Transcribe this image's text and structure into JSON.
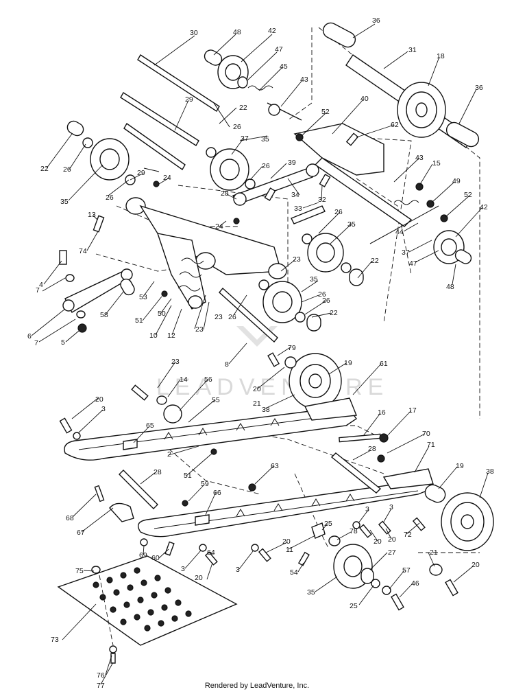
{
  "watermark": "LEADVENTURE",
  "footer": "Rendered by LeadVenture, Inc.",
  "callouts": {
    "c36a": "36",
    "c30": "30",
    "c48a": "48",
    "c42a": "42",
    "c47a": "47",
    "c31": "31",
    "c18": "18",
    "c45": "45",
    "c36b": "36",
    "c43a": "43",
    "c40": "40",
    "c29a": "29",
    "c22a": "22",
    "c52a": "52",
    "c62": "62",
    "c26a": "26",
    "c37a": "37",
    "c35a": "35",
    "c22b": "22",
    "c26b": "26",
    "c29b": "29",
    "c39": "39",
    "c43b": "43",
    "c15": "15",
    "c26c": "26",
    "c24a": "24",
    "c28a": "28",
    "c34": "34",
    "c49": "49",
    "c35b": "35",
    "c13": "13",
    "c33": "33",
    "c32": "32",
    "c52b": "52",
    "c42b": "42",
    "c24b": "24",
    "c26d": "26",
    "c35c": "35",
    "c74": "74",
    "c44": "44",
    "c37b": "37",
    "c47b": "47",
    "c48b": "48",
    "c4": "4",
    "c23a": "23",
    "c22c": "22",
    "c35d": "35",
    "c7a": "7",
    "c53": "53",
    "c26e": "26",
    "c26f": "26",
    "c58": "58",
    "c51a": "51",
    "c50": "50",
    "c23b": "23",
    "c6": "6",
    "c7b": "7",
    "c10": "10",
    "c12": "12",
    "c23c": "23",
    "c26g": "26",
    "c22d": "22",
    "c5": "5",
    "c79": "79",
    "c8": "8",
    "c23d": "23",
    "c19a": "19",
    "c61": "61",
    "c14": "14",
    "c56": "56",
    "c20a": "20",
    "c21a": "21",
    "c55": "55",
    "c38a": "38",
    "c20b": "20",
    "c3a": "3",
    "c65": "65",
    "c16": "16",
    "c17": "17",
    "c70": "70",
    "c71": "71",
    "c28b": "28",
    "c2": "2",
    "c51b": "51",
    "c63": "63",
    "c28c": "28",
    "c19b": "19",
    "c38b": "38",
    "c68": "68",
    "c59": "59",
    "c66": "66",
    "c67": "67",
    "c25a": "25",
    "c3b": "3",
    "c78": "78",
    "c20c": "20",
    "c3c": "3",
    "c72": "72",
    "c20d": "20",
    "c60": "60",
    "c64": "64",
    "c3d": "3",
    "c3e": "3",
    "c11": "11",
    "c20e": "20",
    "c21b": "21",
    "c69": "69",
    "c75": "75",
    "c20f": "20",
    "c27": "27",
    "c57": "57",
    "c20g": "20",
    "c54": "54",
    "c46": "46",
    "c35e": "35",
    "c25b": "25",
    "c73": "73",
    "c76": "76",
    "c77": "77"
  }
}
